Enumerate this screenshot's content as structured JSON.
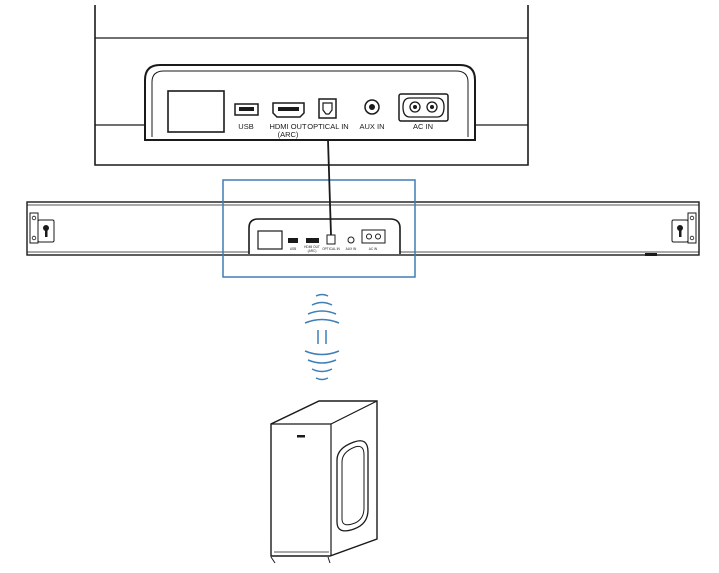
{
  "diagram": {
    "zoom_panel": {
      "ports": [
        {
          "id": "usb",
          "label": "USB"
        },
        {
          "id": "hdmi",
          "label": "HDMI OUT",
          "sublabel": "(ARC)"
        },
        {
          "id": "optical",
          "label": "OPTICAL IN"
        },
        {
          "id": "aux",
          "label": "AUX IN"
        },
        {
          "id": "ac",
          "label": "AC IN"
        }
      ]
    },
    "soundbar_ports_small": {
      "usb": "USB",
      "hdmi": "HDMI OUT",
      "hdmi_sub": "(ARC)",
      "optical": "OPTICAL IN",
      "aux": "AUX IN",
      "ac": "AC IN"
    },
    "colors": {
      "line": "#1a1a1a",
      "highlight_frame": "#3f7fb5",
      "wireless_waves": "#3f7fb5",
      "panel_fill": "#ffffff"
    },
    "icons": [
      "usb-port-icon",
      "hdmi-port-icon",
      "optical-port-icon",
      "aux-port-icon",
      "ac-power-port-icon",
      "wireless-signal-icon",
      "keyhole-mount-icon"
    ]
  }
}
